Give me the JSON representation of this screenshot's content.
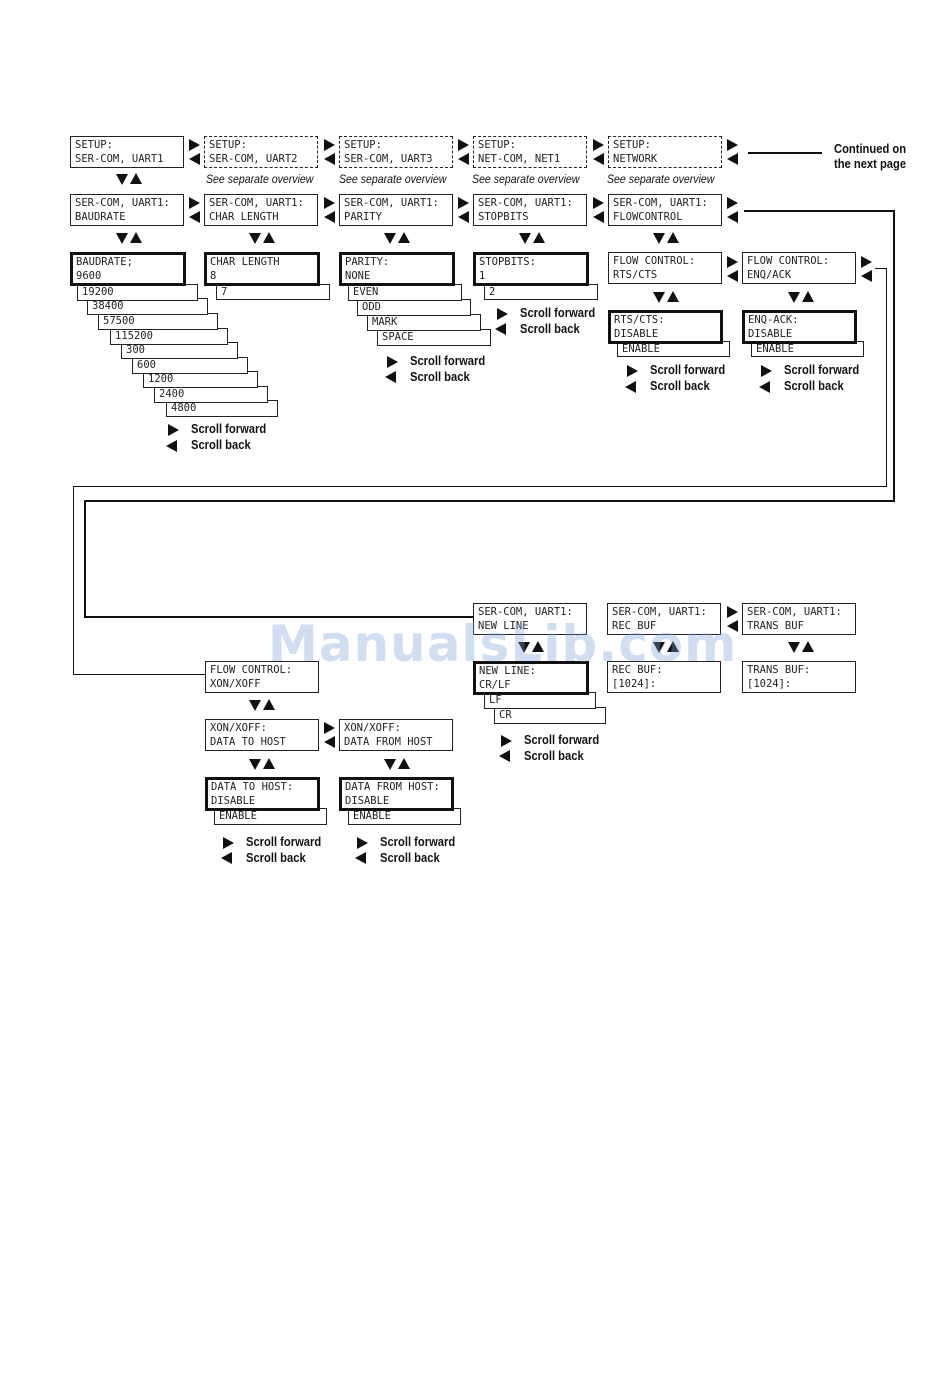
{
  "watermark": "ManualsLib.com",
  "continued_note": [
    "Continued on",
    "the next page"
  ],
  "see_separate": "See separate overview",
  "legend": {
    "forward": "Scroll forward",
    "back": "Scroll back"
  },
  "top_row": [
    [
      "SETUP:",
      "SER-COM, UART1"
    ],
    [
      "SETUP:",
      "SER-COM, UART2"
    ],
    [
      "SETUP:",
      "SER-COM, UART3"
    ],
    [
      "SETUP:",
      "NET-COM, NET1"
    ],
    [
      "SETUP:",
      "NETWORK"
    ]
  ],
  "second_row": [
    [
      "SER-COM, UART1:",
      "BAUDRATE"
    ],
    [
      "SER-COM, UART1:",
      "CHAR LENGTH"
    ],
    [
      "SER-COM, UART1:",
      "PARITY"
    ],
    [
      "SER-COM, UART1:",
      "STOPBITS"
    ],
    [
      "SER-COM, UART1:",
      "FLOWCONTROL"
    ]
  ],
  "baudrate": {
    "head": [
      "BAUDRATE;",
      "9600"
    ],
    "options": [
      "19200",
      "38400",
      "57500",
      "115200",
      "300",
      "600",
      "1200",
      "2400",
      "4800"
    ]
  },
  "charlength": {
    "head": [
      "CHAR LENGTH",
      "8"
    ],
    "options": [
      "7"
    ]
  },
  "parity": {
    "head": [
      "PARITY:",
      "NONE"
    ],
    "options": [
      "EVEN",
      "ODD",
      "MARK",
      "SPACE"
    ]
  },
  "stopbits": {
    "head": [
      "STOPBITS:",
      "1"
    ],
    "options": [
      "2"
    ]
  },
  "flow_rts": [
    "FLOW CONTROL:",
    "RTS/CTS"
  ],
  "flow_enq": [
    "FLOW CONTROL:",
    "ENQ/ACK"
  ],
  "rts_sub": {
    "head": [
      "RTS/CTS:",
      "DISABLE"
    ],
    "options": [
      "ENABLE"
    ]
  },
  "enq_sub": {
    "head": [
      "ENQ-ACK:",
      "DISABLE"
    ],
    "options": [
      "ENABLE"
    ]
  },
  "lower_row": [
    [
      "SER-COM, UART1:",
      "NEW LINE"
    ],
    [
      "SER-COM, UART1:",
      "REC BUF"
    ],
    [
      "SER-COM, UART1:",
      "TRANS BUF"
    ]
  ],
  "newline": {
    "head": [
      "NEW LINE:",
      "CR/LF"
    ],
    "options": [
      "LF",
      "CR"
    ]
  },
  "recbuf": [
    "REC BUF:",
    "[1024]:"
  ],
  "transbuf": [
    "TRANS BUF:",
    "[1024]:"
  ],
  "flow_xon": [
    "FLOW CONTROL:",
    "XON/XOFF"
  ],
  "xon_to": [
    "XON/XOFF:",
    "DATA TO HOST"
  ],
  "xon_from": [
    "XON/XOFF:",
    "DATA FROM HOST"
  ],
  "to_host": {
    "head": [
      "DATA TO HOST:",
      "DISABLE"
    ],
    "options": [
      "ENABLE"
    ]
  },
  "from_host": {
    "head": [
      "DATA FROM HOST:",
      "DISABLE"
    ],
    "options": [
      "ENABLE"
    ]
  }
}
